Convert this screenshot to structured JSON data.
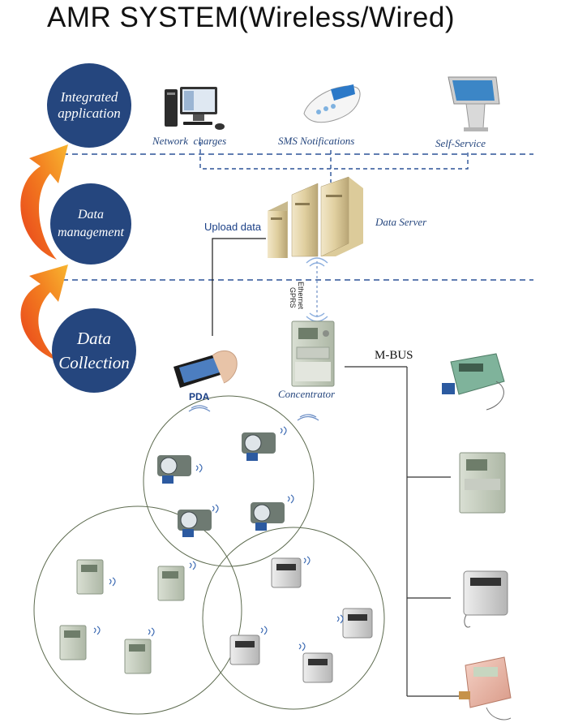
{
  "title": "AMR SYSTEM(Wireless/Wired)",
  "layers": {
    "integrated": "Integrated application",
    "management": "Data management",
    "collection": "Data Collection"
  },
  "apps": {
    "network_charges": "Network  charges",
    "sms": "SMS Notifications",
    "self_service": "Self-Service"
  },
  "upload_data": "Upload data",
  "data_server": "Data Server",
  "link_labels": {
    "gprs": "GPRS",
    "ethernet": "Ethernet"
  },
  "concentrator": "Concentrator",
  "pda": "PDA",
  "mbus": "M-BUS",
  "colors": {
    "layer_circle": "#25467e",
    "dashed_line": "#2b5297",
    "label_text": "#25467e",
    "arrow_orange": "#f5a623",
    "arrow_red": "#e8401c"
  },
  "icons": {
    "computer": "desktop-computer-icon",
    "sms": "handheld-sms-device-icon",
    "kiosk": "self-service-kiosk-icon",
    "server": "server-tower-icon",
    "concentrator": "concentrator-box-icon",
    "pda": "smartphone-pda-icon",
    "water_meter": "water-meter-icon",
    "electric_meter": "electricity-meter-icon",
    "gas_meter": "gas-meter-icon",
    "heat_meter": "heat-meter-icon",
    "wireless": "wireless-signal-icon"
  }
}
